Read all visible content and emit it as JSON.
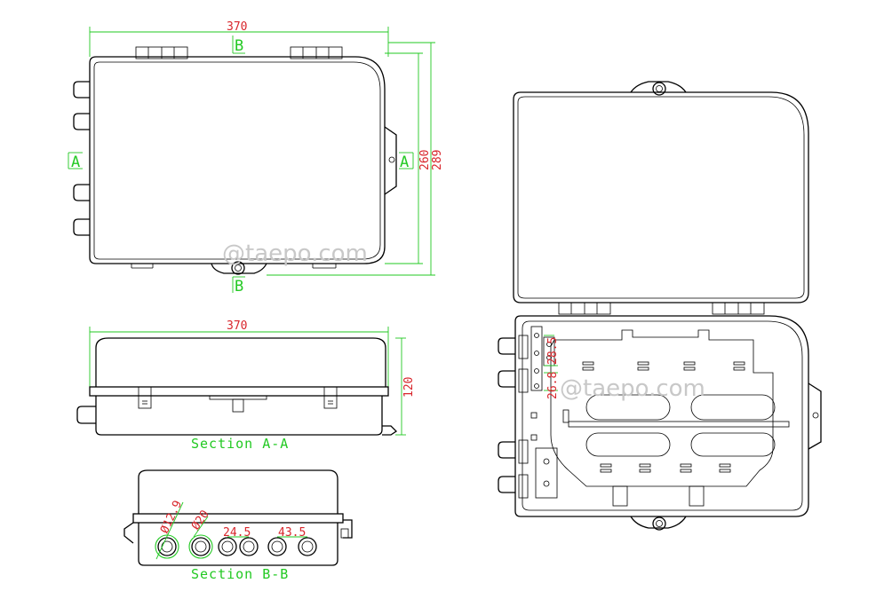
{
  "dimensions": {
    "width_top": "370",
    "height_inner": "260",
    "height_outer": "289",
    "width_front": "370",
    "depth": "120",
    "dia_small": "Ø12.9",
    "dia_large": "Ø20",
    "spacing_small": "24.5",
    "spacing_large": "43.5",
    "detail_a": "28.5",
    "detail_b": "26.8"
  },
  "section_marks": {
    "b": "B",
    "a": "A"
  },
  "labels": {
    "section_aa": "Section A-A",
    "section_bb": "Section B-B"
  },
  "watermark": "@taepo.com",
  "colors": {
    "dimension_line": "#22c922",
    "dimension_text": "#d8262c",
    "outline": "#000000"
  },
  "icons": [
    "cable-gland-icon",
    "hinge-icon",
    "lock-lug-icon",
    "screw-icon"
  ]
}
